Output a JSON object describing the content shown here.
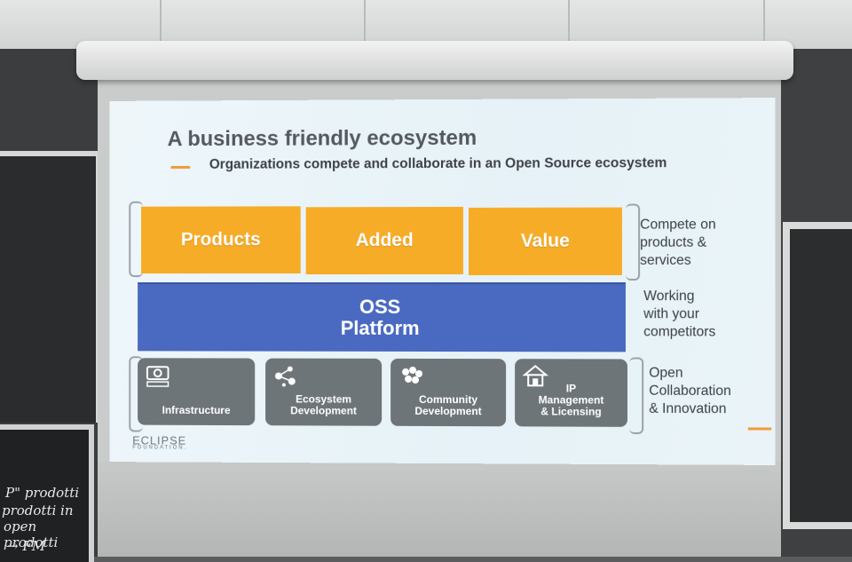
{
  "slide": {
    "title": "A business friendly ecosystem",
    "subtitle": "Organizations compete and collaborate in an Open Source ecosystem",
    "orange_boxes": [
      "Products",
      "Added",
      "Value"
    ],
    "platform": {
      "line1": "OSS",
      "line2": "Platform"
    },
    "gray_boxes": [
      {
        "lines": [
          "Infrastructure"
        ],
        "icon": "server-icon"
      },
      {
        "lines": [
          "Ecosystem",
          "Development"
        ],
        "icon": "network-icon"
      },
      {
        "lines": [
          "Community",
          "Development"
        ],
        "icon": "people-icon"
      },
      {
        "lines": [
          "IP",
          "Management",
          "& Licensing"
        ],
        "icon": "house-icon"
      }
    ],
    "side_labels": {
      "compete": [
        "Compete on",
        "products &",
        "services"
      ],
      "working": [
        "Working",
        "with your",
        "competitors"
      ],
      "open": [
        "Open",
        "Collaboration",
        "& Innovation"
      ]
    },
    "logo": {
      "main": "ECLIPSE",
      "sub": "FOUNDATION."
    },
    "colors": {
      "orange": "#f7ac27",
      "blue": "#4a69c0",
      "gray": "#6e7579",
      "accent": "#f29a3a"
    }
  },
  "chalkboard": {
    "lines": [
      "P\" prodotti",
      "prodotti in",
      "open prodotti",
      "→ FM"
    ]
  }
}
